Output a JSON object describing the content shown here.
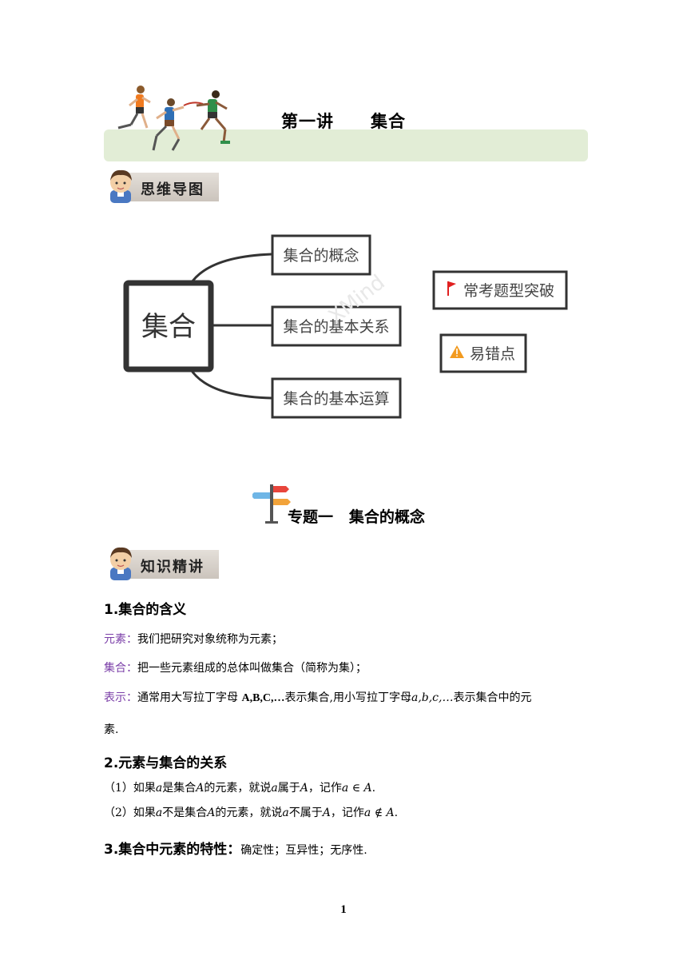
{
  "header": {
    "title_part1": "第一讲",
    "title_part2": "集合",
    "band_color": "#e2edd6"
  },
  "badges": {
    "mind_map": "思维导图",
    "knowledge": "知识精讲"
  },
  "mind_map": {
    "root": "集合",
    "branches": [
      "集合的概念",
      "集合的基本关系",
      "集合的基本运算"
    ],
    "side_items": [
      {
        "icon": "flag-icon",
        "label": "常考题型突破"
      },
      {
        "icon": "warning-icon",
        "label": "易错点"
      }
    ]
  },
  "topic": {
    "heading": "专题一   集合的概念"
  },
  "sections": {
    "s1_title": "1.集合的含义",
    "element_label": "元素：",
    "element_text": "我们把研究对象统称为元素；",
    "set_label": "集合：",
    "set_text": "把一些元素组成的总体叫做集合（简称为集）；",
    "notation_label": "表示：",
    "notation_text_a": "通常用大写拉丁字母 ",
    "notation_upper": "A,B,C,…",
    "notation_text_b": "表示集合,用小写拉丁字母",
    "notation_lower": "a,b,c,…",
    "notation_text_c": "表示集合中的元",
    "notation_wrap": "素.",
    "s2_title": "2.元素与集合的关系",
    "rel1_prefix": "（1）如果",
    "rel1_a": "a",
    "rel1_mid1": "是集合",
    "rel1_A": "A",
    "rel1_mid2": "的元素，就说",
    "rel1_a2": "a",
    "rel1_mid3": "属于",
    "rel1_A2": "A",
    "rel1_mid4": "，记作",
    "rel1_expr": "a ∈ A",
    "rel1_end": ".",
    "rel2_prefix": "（2）如果",
    "rel2_a": "a",
    "rel2_mid1": "不是集合",
    "rel2_A": "A",
    "rel2_mid2": "的元素，就说",
    "rel2_a2": "a",
    "rel2_mid3": "不属于",
    "rel2_A2": "A",
    "rel2_mid4": "，记作",
    "rel2_expr": "a ∉ A",
    "rel2_end": ".",
    "s3_title": "3.集合中元素的特性：",
    "s3_text": "确定性；互异性；无序性."
  },
  "page_number": "1",
  "colors": {
    "label": "#7b3fa8",
    "flag": "#e02020",
    "warning": "#f29a1f"
  }
}
